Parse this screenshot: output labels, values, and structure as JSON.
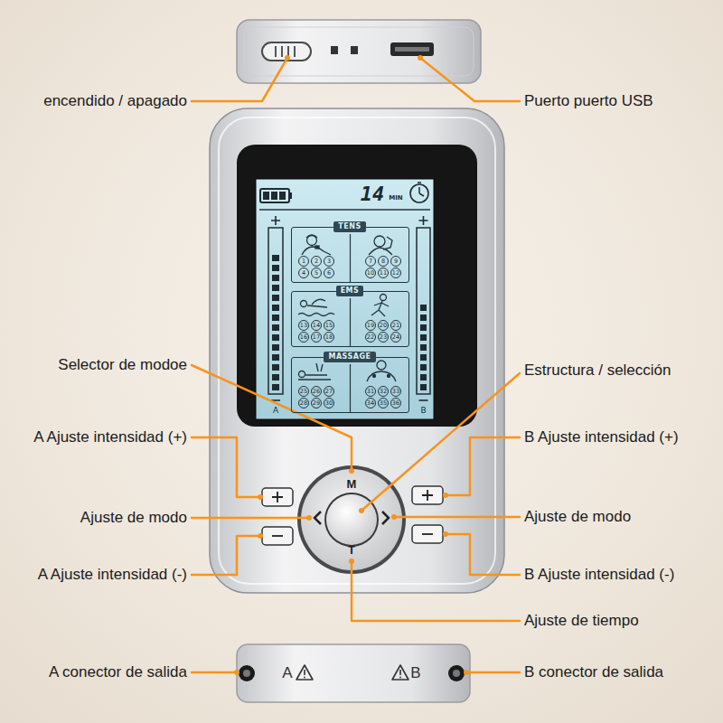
{
  "diagram": {
    "nodes": [
      {
        "text": [
          "TENS"
        ]
      },
      {
        "text": [
          "EMS"
        ]
      },
      {
        "text": [
          "MASSAGE"
        ]
      }
    ],
    "labels": [
      "encendido / apagado",
      "Puerto puerto USB",
      "14",
      "MIN",
      "A",
      "B",
      "Selector de modoe",
      "Estructura / selección",
      "A Ajuste intensidad (+)",
      "B Ajuste intensidad (+)",
      "M",
      "Ajuste de modo",
      "Ajuste de modo",
      "A Ajuste intensidad (-)",
      "B Ajuste intensidad (-)",
      "T",
      "Ajuste de tiempo",
      "A conector de salida",
      "A",
      "B",
      "B conector de salida",
      "1",
      "2",
      "3",
      "4",
      "5",
      "6",
      "7",
      "8",
      "9",
      "10",
      "11",
      "12",
      "13",
      "14",
      "15",
      "16",
      "17",
      "18",
      "19",
      "20",
      "21",
      "22",
      "23",
      "24",
      "25",
      "26",
      "27",
      "28",
      "29",
      "30",
      "31",
      "32",
      "33",
      "34",
      "35",
      "36"
    ]
  }
}
